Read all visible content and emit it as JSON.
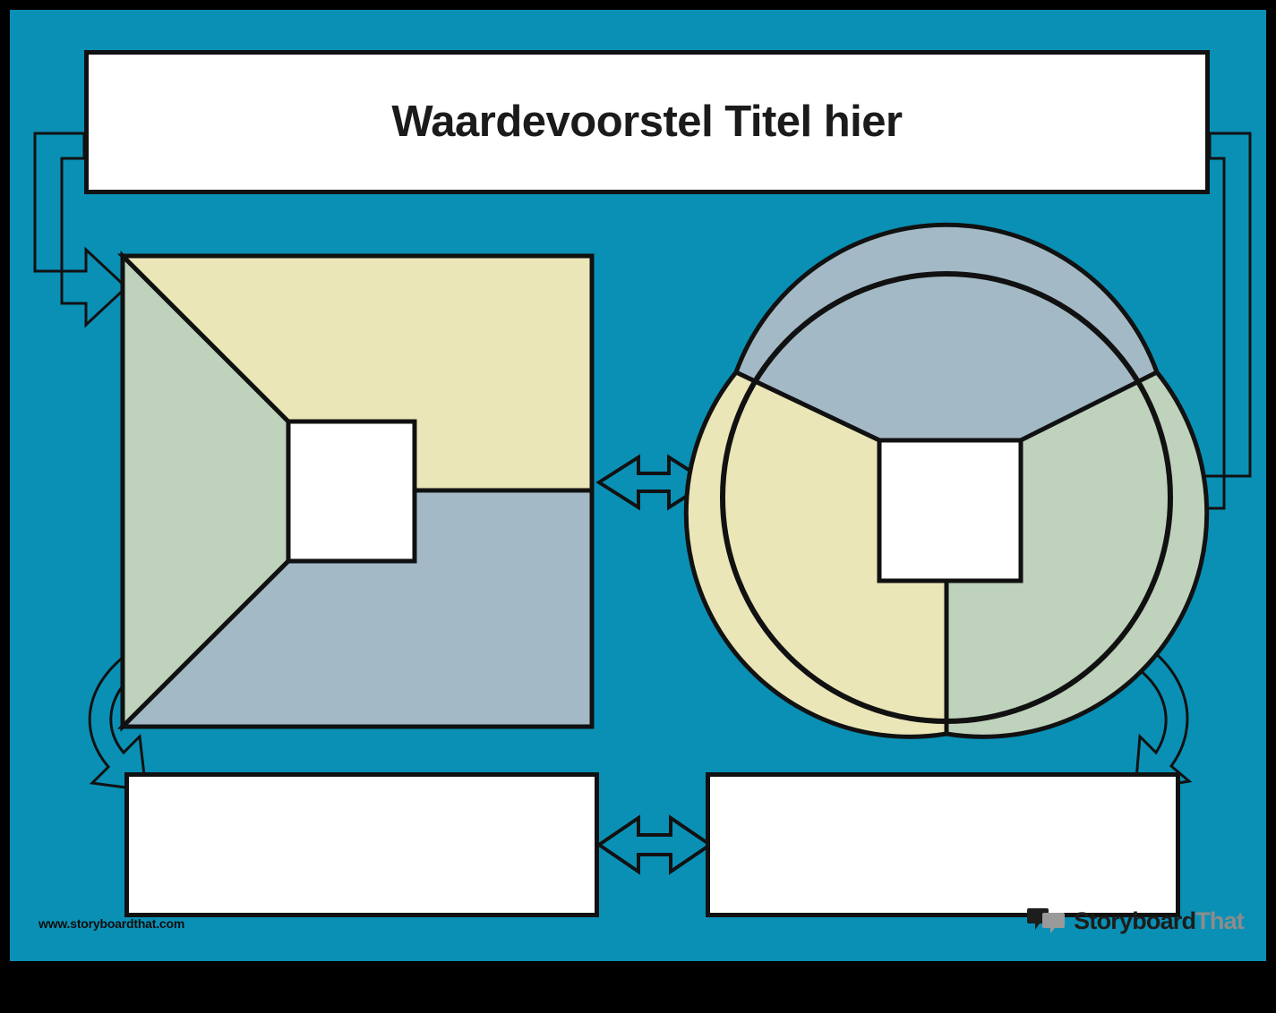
{
  "meta": {
    "background_color": "#0a90b5",
    "frame_color": "#000000",
    "outline_color": "#111111",
    "box_fill": "#ffffff"
  },
  "header": {
    "title": "Waardevoorstel Titel hier"
  },
  "diagrams": {
    "square": {
      "name": "value-proposition-square",
      "center_label": "",
      "segments": [
        {
          "id": "square-segment-left",
          "label": "",
          "color": "#bed2bc"
        },
        {
          "id": "square-segment-top-right",
          "label": "",
          "color": "#eae6b8"
        },
        {
          "id": "square-segment-bottom-right",
          "label": "",
          "color": "#a3bac6"
        }
      ]
    },
    "circle": {
      "name": "customer-profile-circle",
      "center_label": "",
      "segments": [
        {
          "id": "circle-segment-top",
          "label": "",
          "color": "#a3bac6"
        },
        {
          "id": "circle-segment-left",
          "label": "",
          "color": "#eae6b8"
        },
        {
          "id": "circle-segment-right",
          "label": "",
          "color": "#bed2bc"
        }
      ]
    }
  },
  "bottom_boxes": {
    "left": {
      "text": ""
    },
    "right": {
      "text": ""
    }
  },
  "connectors": [
    {
      "id": "arrow-title-to-square",
      "type": "curved-arrow",
      "direction": "left-down-right"
    },
    {
      "id": "arrow-title-to-circle",
      "type": "curved-arrow",
      "direction": "right-down-left"
    },
    {
      "id": "arrow-square-to-circle",
      "type": "double-headed-arrow",
      "direction": "horizontal"
    },
    {
      "id": "arrow-square-to-box-left",
      "type": "curved-arrow",
      "direction": "down"
    },
    {
      "id": "arrow-circle-to-box-right",
      "type": "curved-arrow",
      "direction": "down"
    },
    {
      "id": "arrow-box-left-to-box-right",
      "type": "double-headed-arrow",
      "direction": "horizontal"
    }
  ],
  "footer": {
    "url": "www.storyboardthat.com",
    "logo": {
      "word_1": "Storyboard",
      "word_2": "That",
      "icon": "speech-bubbles-icon"
    }
  }
}
